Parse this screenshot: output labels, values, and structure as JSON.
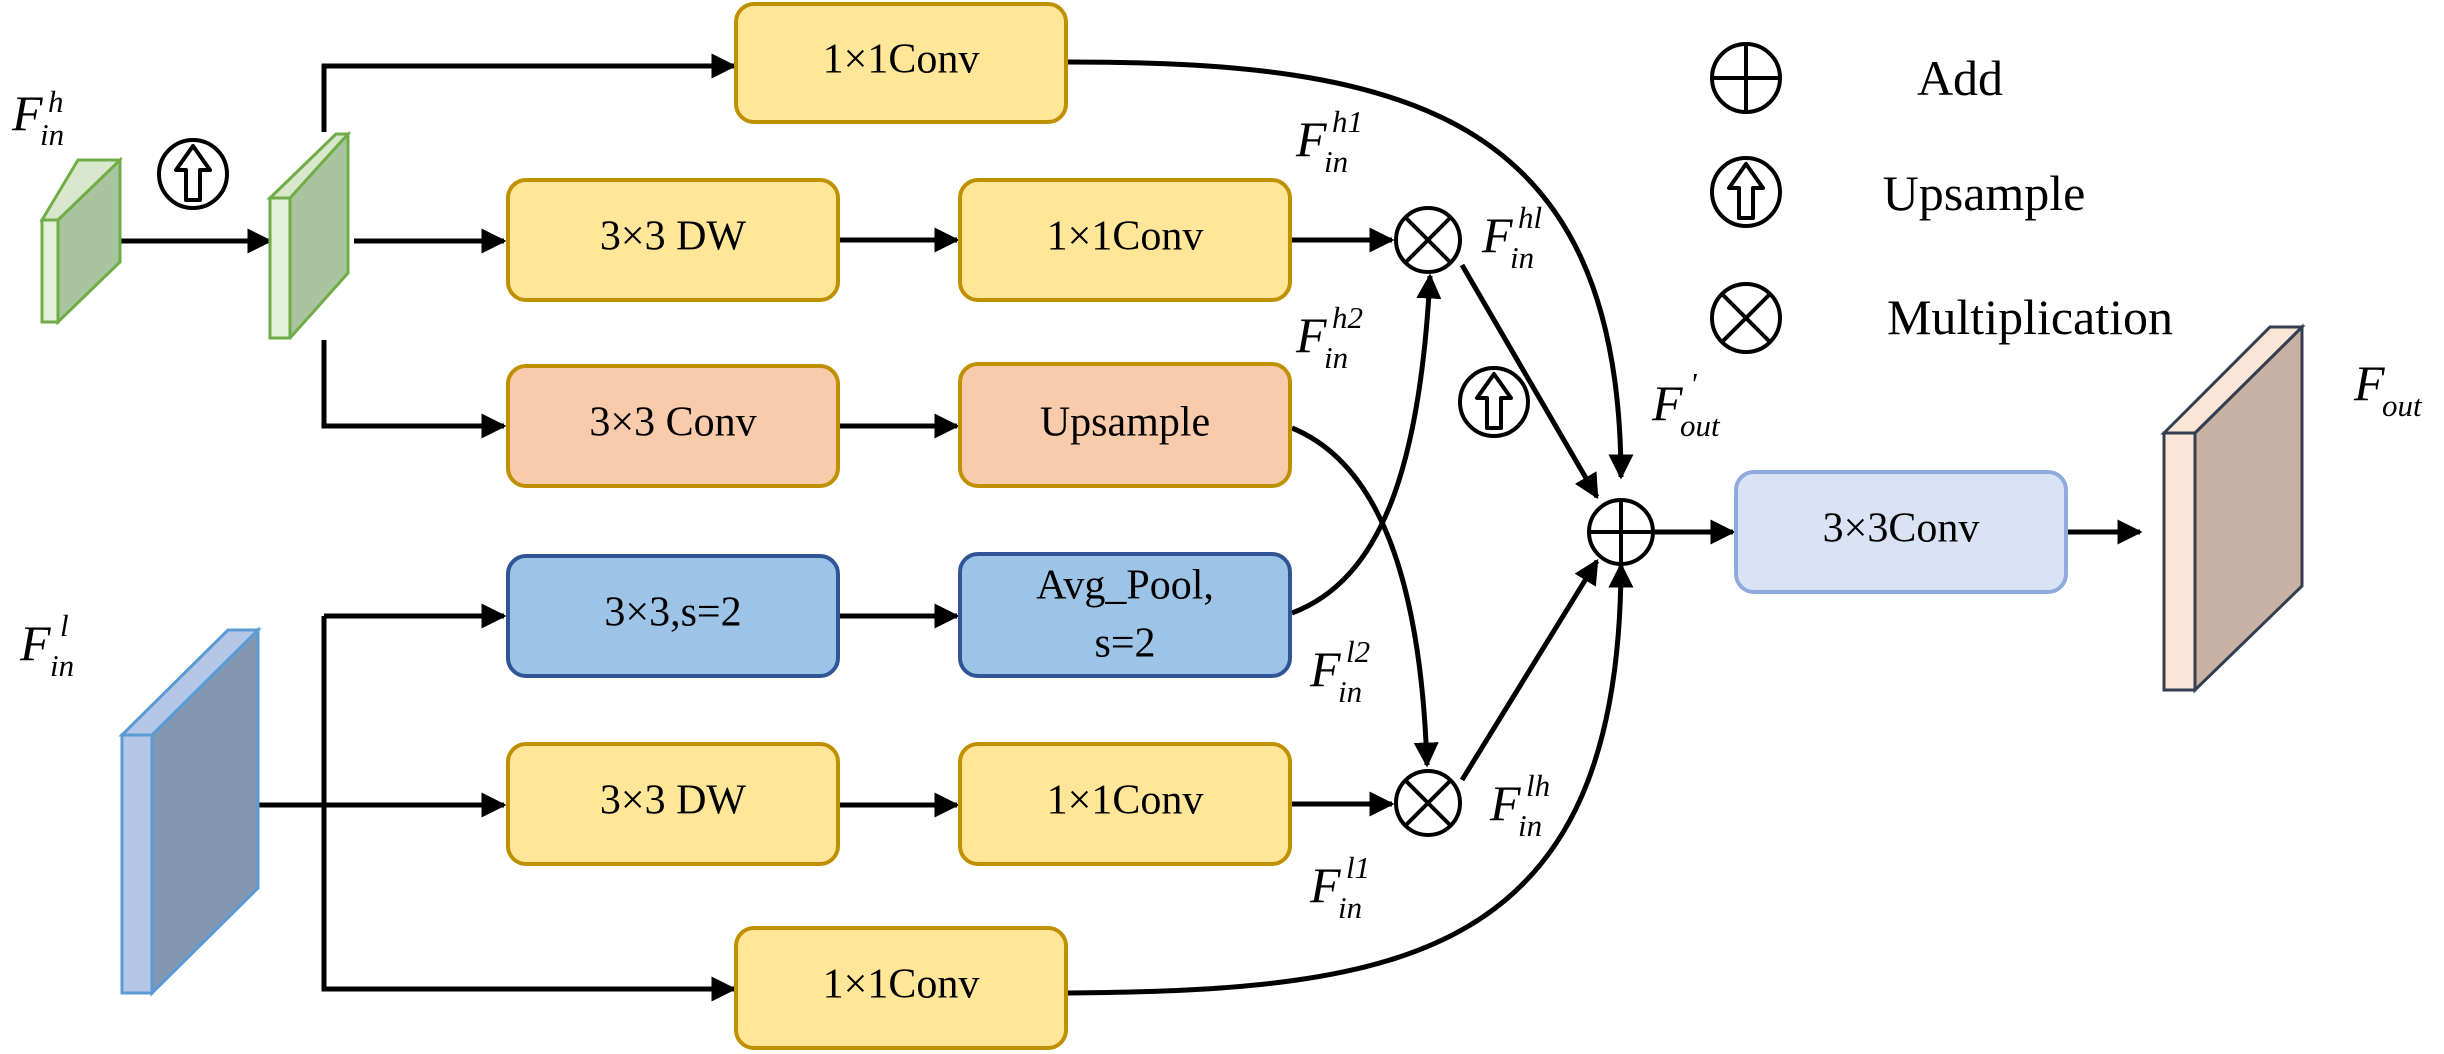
{
  "colors": {
    "yellow_fill": "#FFE699",
    "yellow_stroke": "#BF9000",
    "orange_fill": "#F8CBAD",
    "orange_stroke": "#C09000",
    "blue_fill": "#9DC3E6",
    "blue_stroke": "#2F5597",
    "lightblue_fill": "#DAE3F3",
    "lightblue_stroke": "#8FAADC",
    "green_front": "#E2F0D9",
    "green_side": "#A9C5A0",
    "green_stroke": "#70AD47",
    "blue_tensor_front": "#B4C7E7",
    "blue_tensor_side": "#8497B0",
    "blue_tensor_stroke": "#5B9BD5",
    "out_front": "#FBE5D6",
    "out_side": "#C9B2A4",
    "out_stroke": "#333F50"
  },
  "boxes": {
    "conv1x1_top": "1×1Conv",
    "dw_h": "3×3 DW",
    "conv1x1_h": "1×1Conv",
    "conv3x3_h": "3×3 Conv",
    "upsample_h": "Upsample",
    "conv_s2_l": "3×3,s=2",
    "avgpool_line1": "Avg_Pool,",
    "avgpool_line2": "s=2",
    "dw_l": "3×3 DW",
    "conv1x1_l": "1×1Conv",
    "conv1x1_bottom": "1×1Conv",
    "conv3x3_out": "3×3Conv"
  },
  "labels": {
    "f_in_h": {
      "main": "F",
      "sup": "h",
      "sub": "in"
    },
    "f_in_l": {
      "main": "F",
      "sup": "l",
      "sub": "in"
    },
    "f_in_h1": {
      "main": "F",
      "sup": "h1",
      "sub": "in"
    },
    "f_in_h2": {
      "main": "F",
      "sup": "h2",
      "sub": "in"
    },
    "f_in_hl": {
      "main": "F",
      "sup": "hl",
      "sub": "in"
    },
    "f_in_l2": {
      "main": "F",
      "sup": "l2",
      "sub": "in"
    },
    "f_in_l1": {
      "main": "F",
      "sup": "l1",
      "sub": "in"
    },
    "f_in_lh": {
      "main": "F",
      "sup": "lh",
      "sub": "in"
    },
    "f_out_prime": {
      "main": "F",
      "sup": "'",
      "sub": "out"
    },
    "f_out": {
      "main": "F",
      "sup": "",
      "sub": "out"
    }
  },
  "legend": {
    "add": {
      "icon": "circle-plus-icon",
      "label": "Add"
    },
    "upsample": {
      "icon": "up-arrow-circle-icon",
      "label": "Upsample"
    },
    "multiplication": {
      "icon": "circle-times-icon",
      "label": "Multiplication"
    }
  }
}
